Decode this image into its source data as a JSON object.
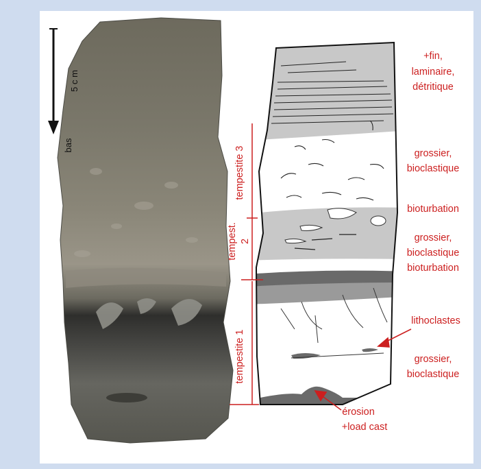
{
  "scale": {
    "label": "5 c m",
    "direction": "bas"
  },
  "units": {
    "t3": "tempestite 3",
    "t2": [
      "tempest.",
      "2"
    ],
    "t1": "tempestite 1"
  },
  "annotations": {
    "fin": [
      "+fin,",
      "laminaire,",
      "détritique"
    ],
    "grossier1": [
      "grossier,",
      "bioclastique"
    ],
    "bioturb1": "bioturbation",
    "grossier2": [
      "grossier,",
      "bioclastique"
    ],
    "bioturb2": "bioturbation",
    "lithoclastes": "lithoclastes",
    "grossier3": [
      "grossier,",
      "bioclastique"
    ],
    "erosion": [
      "érosion",
      "+load cast"
    ]
  },
  "colors": {
    "label_red": "#cc1f1f",
    "bed_gray": "#c8c8c8",
    "dark_gray": "#6a6a6a",
    "background": "#cfdcef"
  }
}
